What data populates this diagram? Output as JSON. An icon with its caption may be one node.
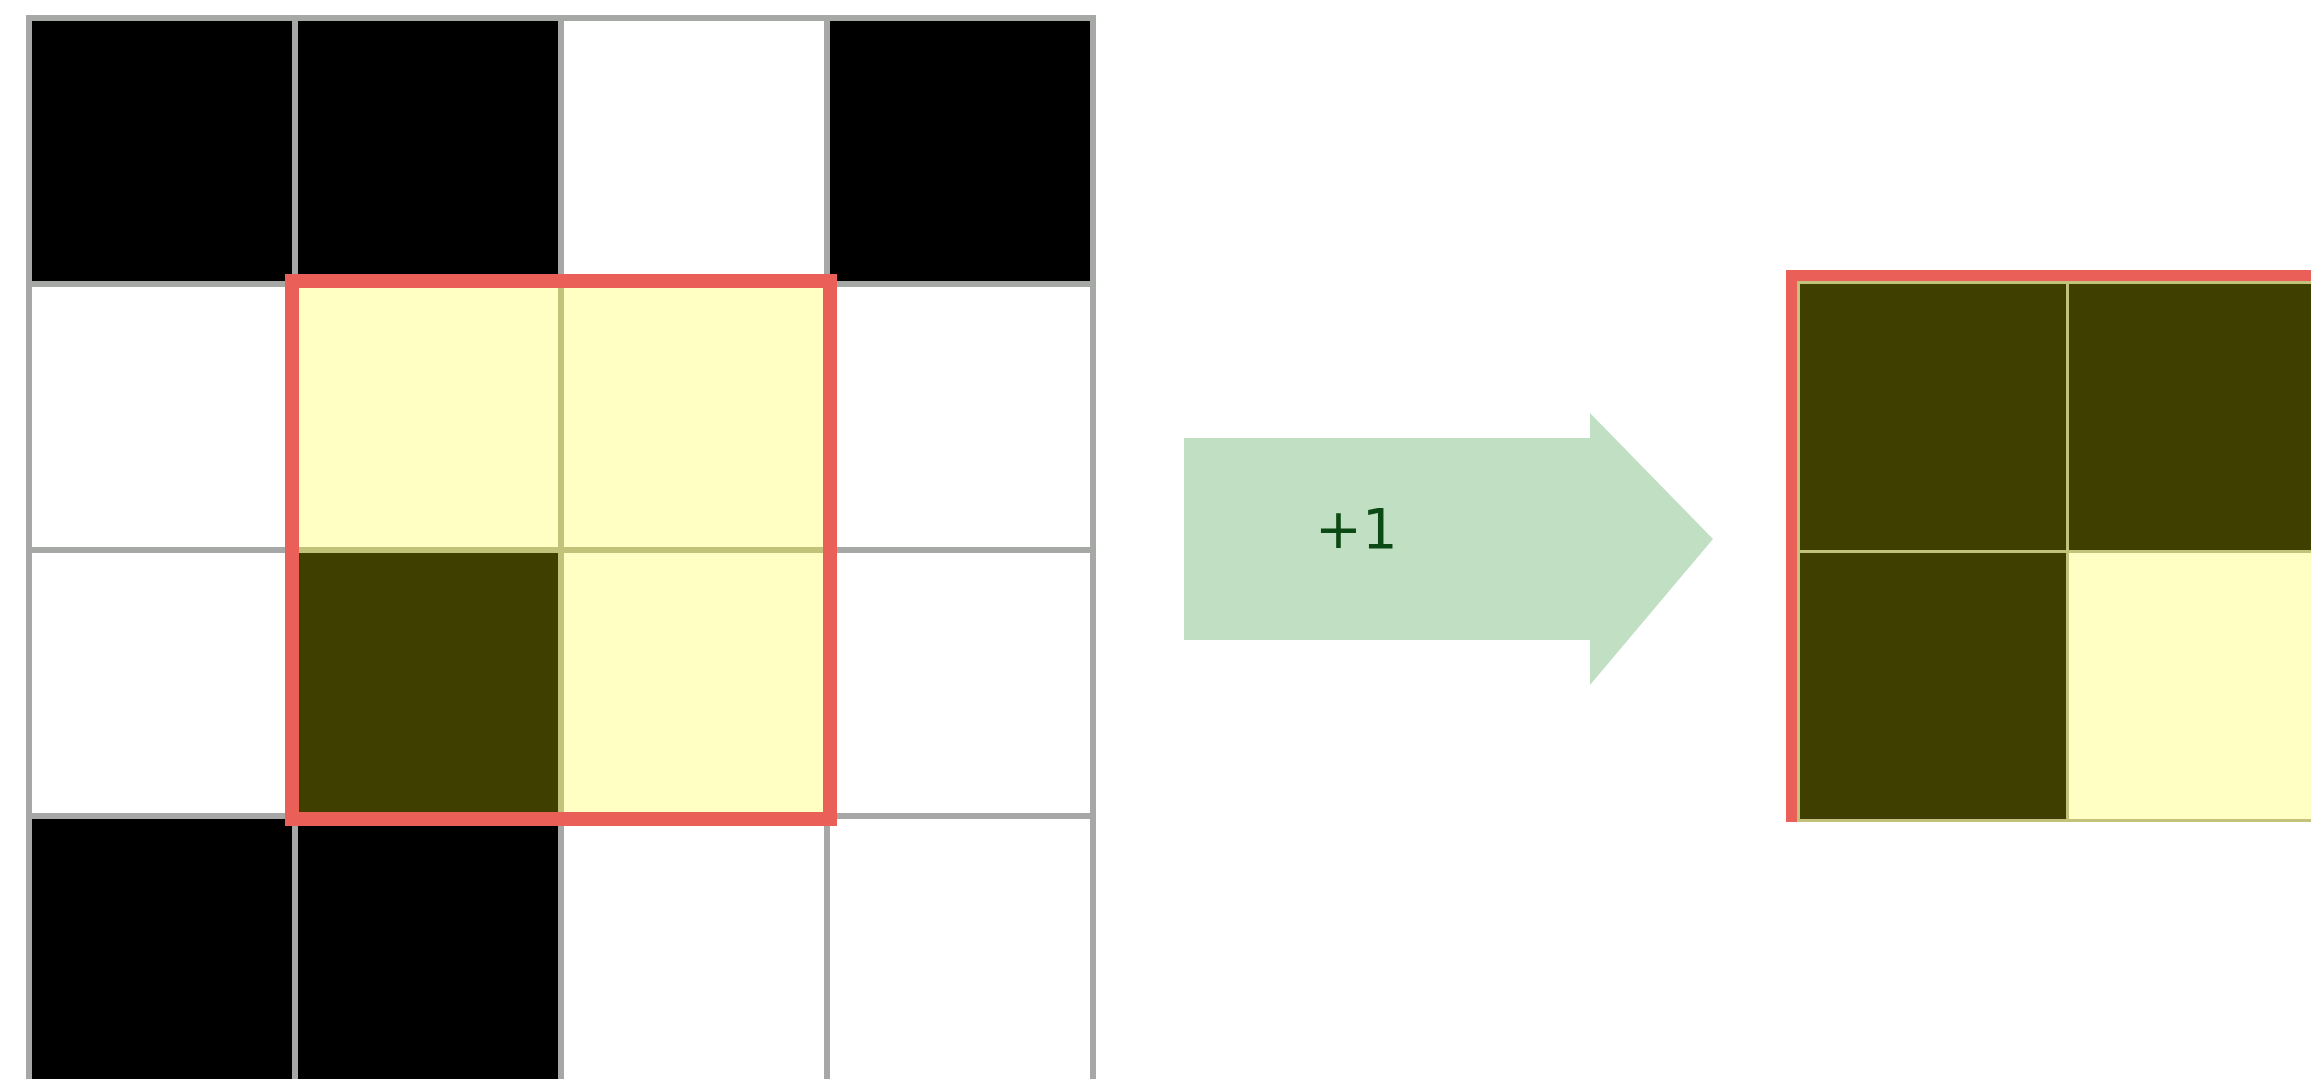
{
  "diagram": {
    "nodes": [
      {
        "text": [],
        "shape": "box"
      },
      {
        "text": [],
        "shape": "box"
      }
    ],
    "edges": [
      {
        "from": 0,
        "to": 1,
        "arrow": "to",
        "label": "+1"
      }
    ]
  }
}
